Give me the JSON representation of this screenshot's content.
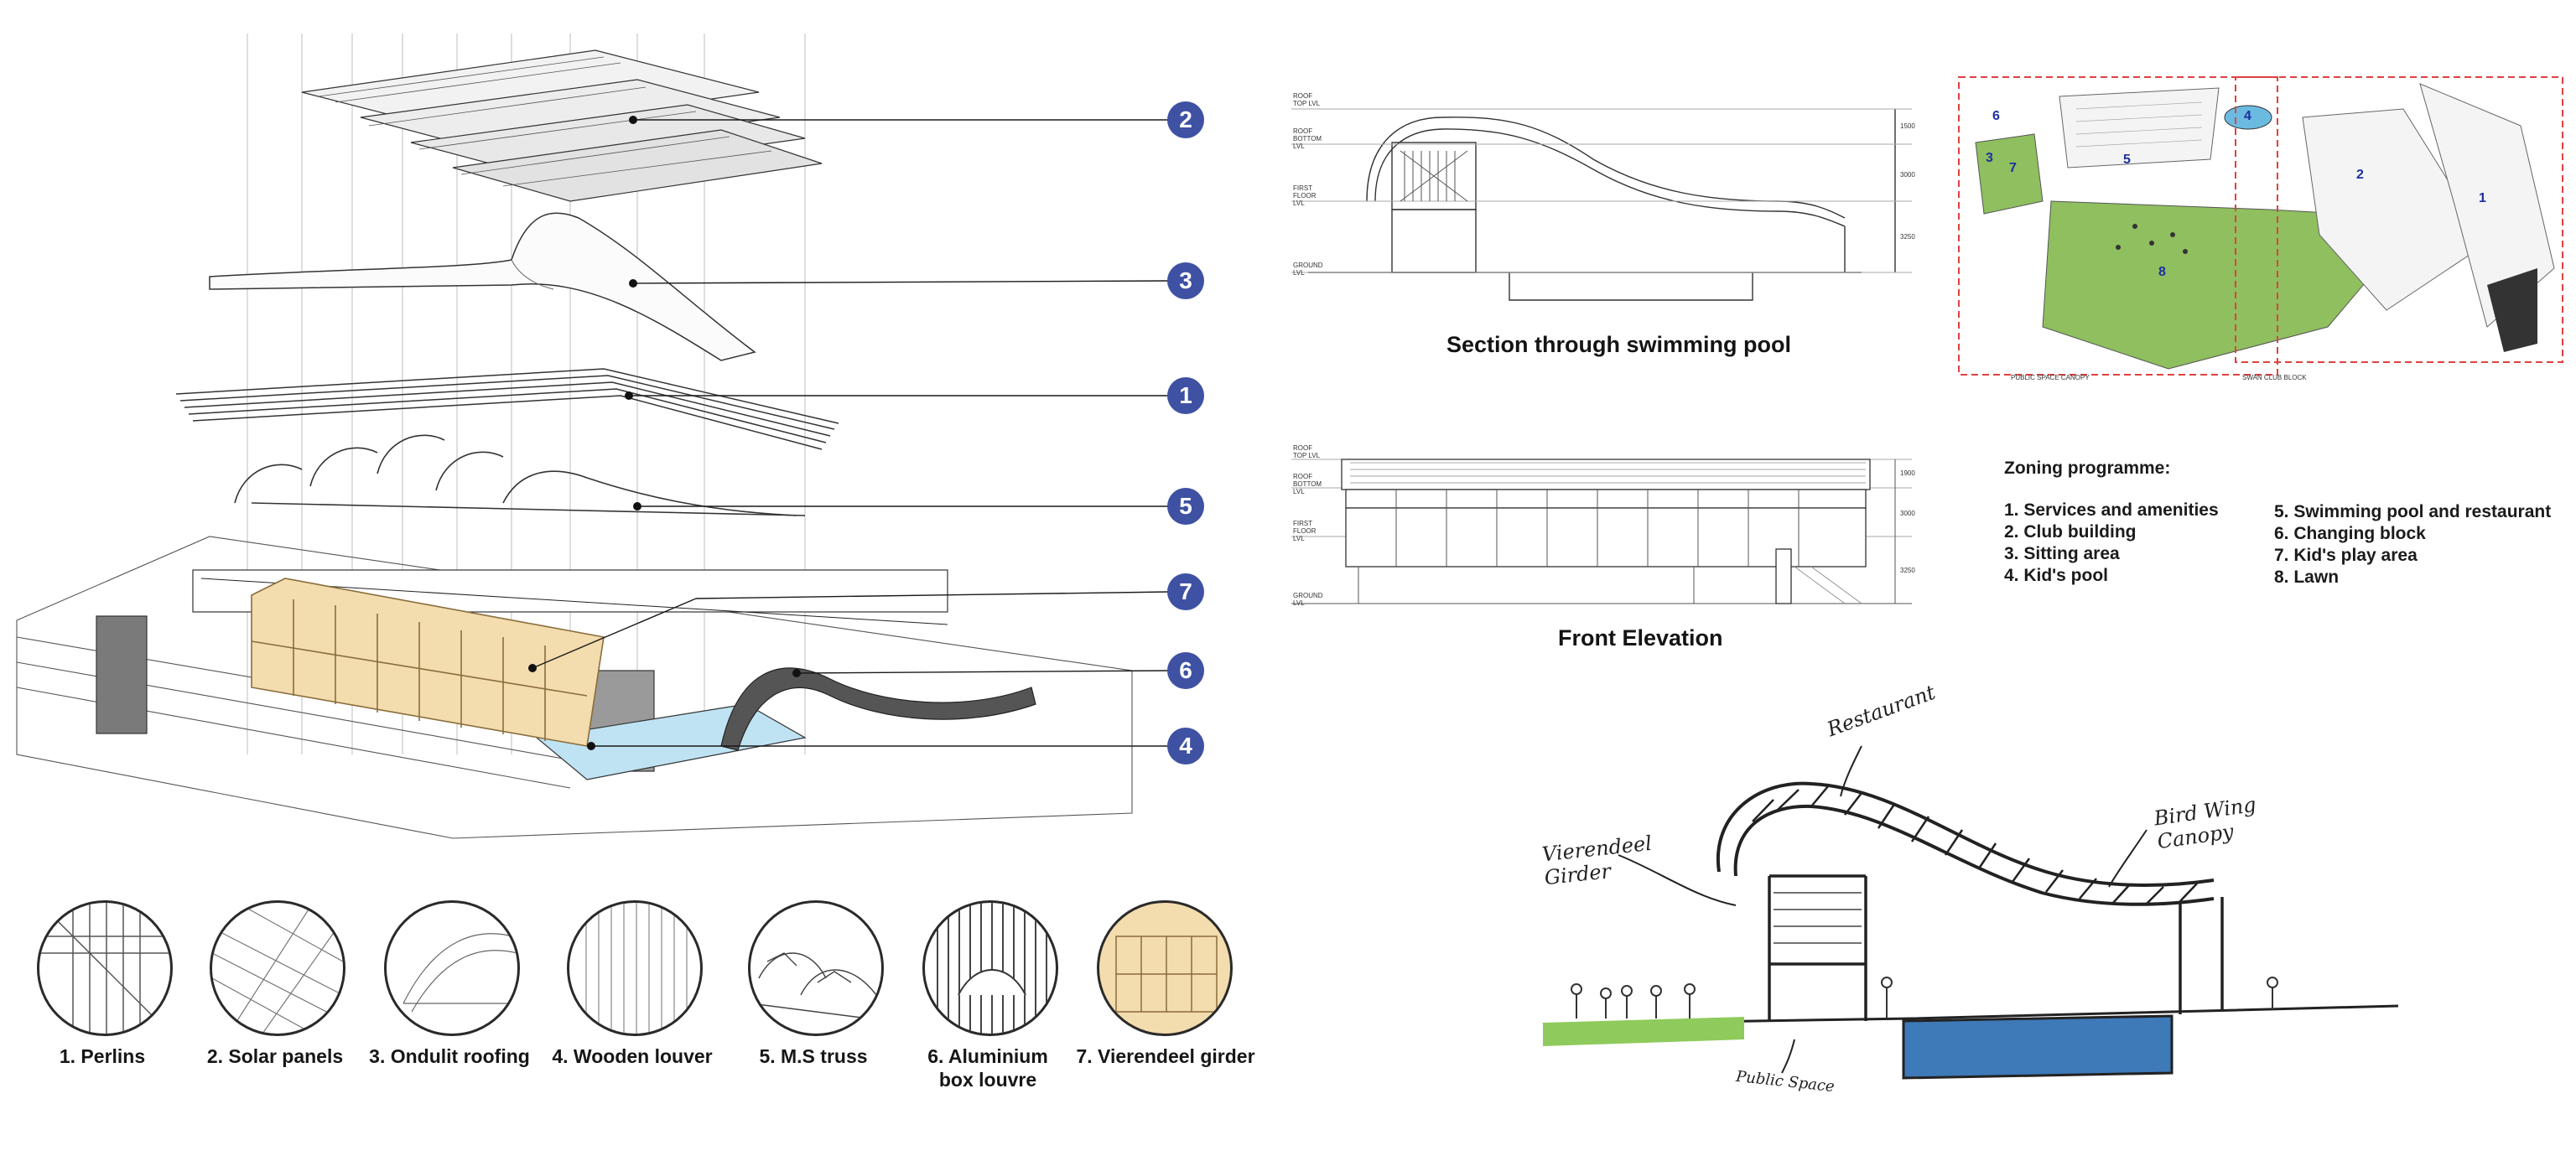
{
  "exploded_axonometric": {
    "callouts": [
      "2",
      "3",
      "1",
      "5",
      "7",
      "6",
      "4"
    ]
  },
  "legend": {
    "items": [
      {
        "label": "1. Perlins",
        "icon": "perlins-icon"
      },
      {
        "label": "2. Solar panels",
        "icon": "solar-panels-icon"
      },
      {
        "label": "3. Ondulit roofing",
        "icon": "ondulit-roofing-icon"
      },
      {
        "label": "4. Wooden louver",
        "icon": "wooden-louver-icon"
      },
      {
        "label": "5. M.S truss",
        "icon": "ms-truss-icon"
      },
      {
        "label": "6. Aluminium",
        "label2": "box louvre",
        "icon": "aluminium-box-louvre-icon"
      },
      {
        "label": "7. Vierendeel girder",
        "icon": "vierendeel-girder-icon"
      }
    ]
  },
  "section": {
    "caption": "Section through swimming pool",
    "levels": [
      "ROOF TOP LVL",
      "ROOF BOTTOM LVL",
      "FIRST FLOOR LVL",
      "GROUND LVL"
    ],
    "dims": [
      "1500",
      "3000",
      "3250"
    ]
  },
  "elevation": {
    "caption": "Front Elevation",
    "levels": [
      "ROOF TOP LVL",
      "ROOF BOTTOM LVL",
      "FIRST FLOOR LVL",
      "GROUND LVL"
    ],
    "dims": [
      "1900",
      "3000",
      "3250"
    ]
  },
  "site_plan": {
    "zone_numbers": [
      "1",
      "2",
      "3",
      "4",
      "5",
      "6",
      "7",
      "8"
    ],
    "footnotes": [
      "PUBLIC SPACE CANOPY",
      "SWAN CLUB BLOCK"
    ],
    "colors": {
      "lawn": "#8fbf5f",
      "pool": "#6bbbe0",
      "boundary": "#e04040"
    }
  },
  "zoning": {
    "title": "Zoning programme:",
    "left": [
      "1. Services and amenities",
      "2. Club building",
      "3. Sitting area",
      "4. Kid's pool"
    ],
    "right": [
      "5. Swimming pool and restaurant",
      "6. Changing block",
      "7. Kid's play area",
      "8. Lawn"
    ]
  },
  "sketch": {
    "notes": [
      "Vierendeel Girder",
      "Restaurant",
      "Bird Wing Canopy",
      "Public Space"
    ],
    "colors": {
      "lawn": "#8ecb5c",
      "pool": "#3e79b8"
    }
  },
  "colors": {
    "accent": "#3f51a3",
    "timber": "#f3dcae"
  }
}
